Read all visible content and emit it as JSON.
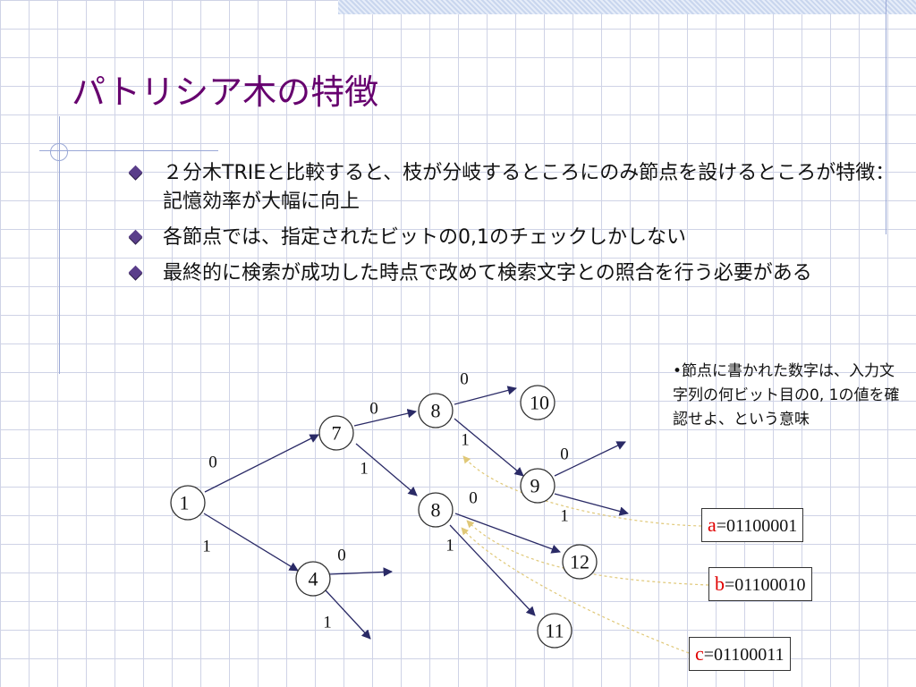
{
  "title": "パトリシア木の特徴",
  "bullets": [
    "２分木TRIEと比較すると、枝が分岐するところにのみ節点を設けるところが特徴：記憶効率が大幅に向上",
    "各節点では、指定されたビットの0,1のチェックしかしない",
    "最終的に検索が成功した時点で改めて検索文字との照合を行う必要がある"
  ],
  "note": "•節点に書かれた数字は、入力文字列の何ビット目の0, 1の値を確認せよ、という意味",
  "diagram": {
    "nodes": [
      "1",
      "7",
      "4",
      "8",
      "8",
      "10",
      "9",
      "12",
      "11"
    ],
    "edge_labels": [
      "0",
      "1",
      "0",
      "1",
      "0",
      "1",
      "0",
      "1",
      "0",
      "1",
      "0",
      "1"
    ]
  },
  "codes": [
    {
      "letter": "a",
      "bits": "=01100001"
    },
    {
      "letter": "b",
      "bits": "=01100010"
    },
    {
      "letter": "c",
      "bits": "=01100011"
    }
  ],
  "colors": {
    "title": "#66006e",
    "tree_line": "#2a2a66",
    "dashed_link": "#e0c878",
    "code_letter": "#e00000",
    "grid": "#cfd3e6"
  }
}
